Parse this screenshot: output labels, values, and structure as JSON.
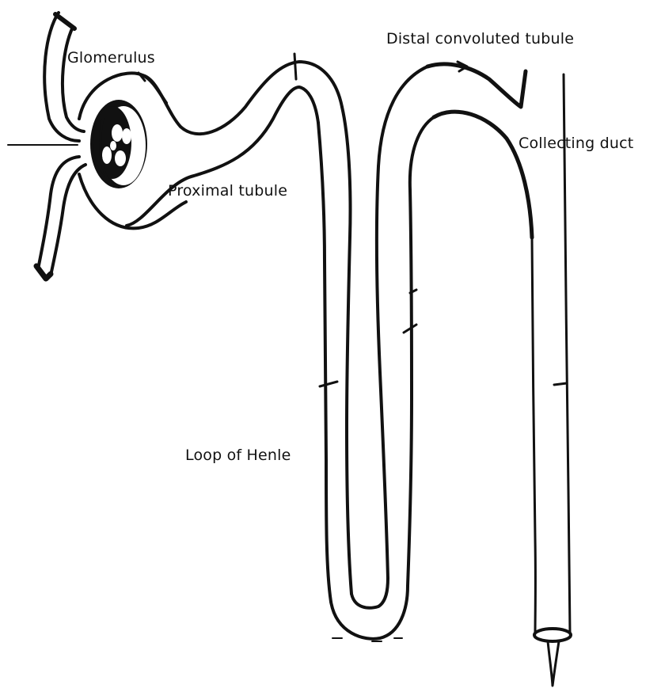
{
  "labels": {
    "glomerulus": "Glomerulus",
    "proximal_tubule": "Proximal tubule",
    "distal_convoluted_tubule": "Distal convoluted tubule",
    "collecting_duct": "Collecting duct",
    "loop_of_henle": "Loop of Henle"
  },
  "colors": {
    "stroke": "#111111",
    "background": "#ffffff"
  }
}
